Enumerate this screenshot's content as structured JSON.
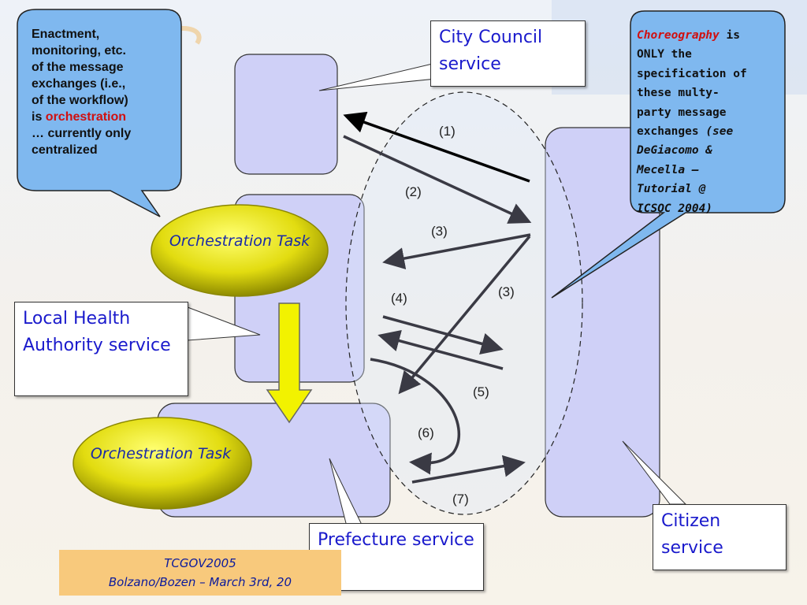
{
  "services": {
    "city_council": "City Council service",
    "local_health": "Local Health Authority service",
    "prefecture": "Prefecture service",
    "citizen": "Citizen service"
  },
  "orchestration_tasks": [
    "Orchestration Task",
    "Orchestration Task"
  ],
  "left_callout": {
    "line1": "Enactment,",
    "line2": "monitoring, etc.",
    "line3": "of the message",
    "line4": "exchanges (i.e.,",
    "line5": "of the workflow)",
    "line6_prefix": "is",
    "line6_keyword": "orchestration",
    "line7": "… currently only",
    "line8": "centralized"
  },
  "right_callout": {
    "keyword": "Choreography",
    "keyword_suffix": "is",
    "line2": "ONLY the",
    "line3": "specification of",
    "line4": "these multy-",
    "line5": "party message",
    "line6": "exchanges",
    "line6_italic": "(see",
    "line7": "DeGiacomo &",
    "line8": "Mecella –",
    "line9": "Tutorial @",
    "line10": "ICSOC 2004)"
  },
  "steps": [
    "(1)",
    "(2)",
    "(3)",
    "(3)",
    "(4)",
    "(5)",
    "(6)",
    "(7)"
  ],
  "footer": {
    "line1": "TCGOV2005",
    "line2": "Bolzano/Bozen – March 3rd, 20"
  },
  "colors": {
    "service_fill": "#cfd0f7",
    "callout_fill": "#7fb8ef",
    "task_fill": "#d8d400",
    "task_arrow": "#f2f200",
    "keyword_red": "#d01010",
    "label_blue": "#1a1acc"
  }
}
